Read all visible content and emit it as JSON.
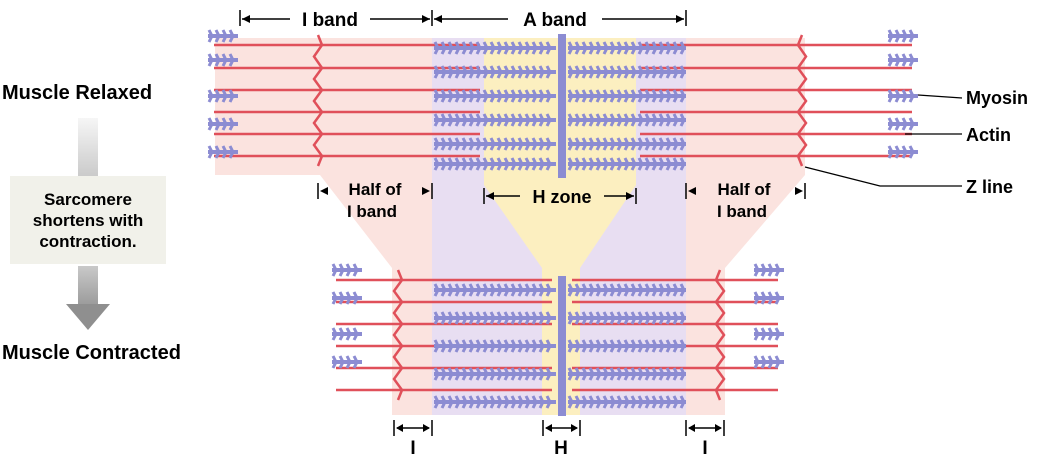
{
  "labels": {
    "i_band": "I band",
    "a_band": "A band",
    "half_i_band_line1": "Half of",
    "half_i_band_line2": "I band",
    "h_zone": "H zone",
    "myosin": "Myosin",
    "actin": "Actin",
    "z_line": "Z line",
    "i_short": "I",
    "h_short": "H"
  },
  "side": {
    "relaxed": "Muscle Relaxed",
    "contracted": "Muscle Contracted",
    "shortens_line1": "Sarcomere",
    "shortens_line2": "shortens with",
    "shortens_line3": "contraction."
  },
  "colors": {
    "actin": "#e0505a",
    "myosin": "#8c8cd2",
    "i_band_fill": "#fbe3df",
    "a_band_fill": "#e8def2",
    "h_zone_fill": "#fcefc0",
    "arrow_gray": "#9a9a9a"
  }
}
